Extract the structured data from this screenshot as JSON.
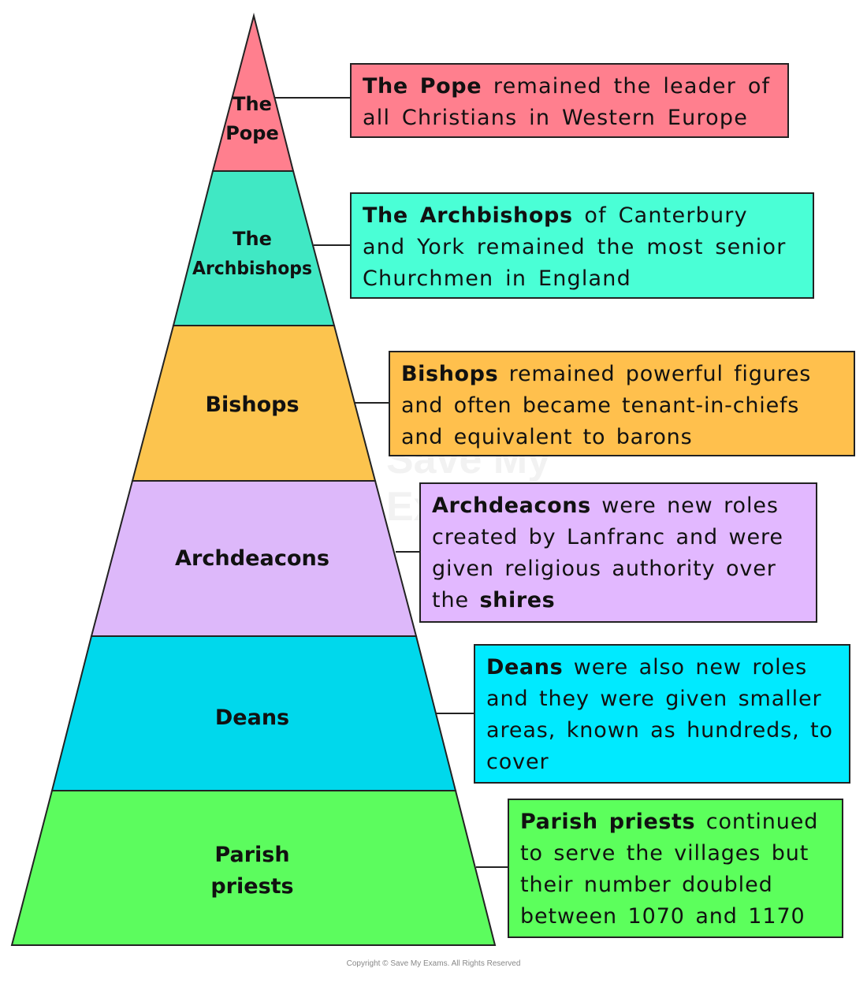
{
  "tiers": [
    {
      "key": "pope",
      "label_lines": [
        "The",
        "Pope"
      ],
      "color": "#FF7F8E",
      "desc_bold": "The Pope",
      "desc_text": " remained the leader of all Christians in Western Europe",
      "box_color": "#FF7F8E"
    },
    {
      "key": "archbishops",
      "label_lines": [
        "The",
        "Archbishops"
      ],
      "color": "#40E8C4",
      "desc_bold": "The Archbishops",
      "desc_text": " of Canterbury and York remained the most senior Churchmen in England",
      "box_color": "#4AFFD6"
    },
    {
      "key": "bishops",
      "label_lines": [
        "Bishops"
      ],
      "color": "#FCC44E",
      "desc_bold": "Bishops",
      "desc_text": " remained powerful figures and often became tenant-in-chiefs and equivalent to barons",
      "box_color": "#FFC04D"
    },
    {
      "key": "archdeacons",
      "label_lines": [
        "Archdeacons"
      ],
      "color": "#DDB8FA",
      "desc_bold": "Archdeacons",
      "desc_text": " were new roles created by Lanfranc and were given religious authority over the ",
      "desc_bold_end": "shires",
      "box_color": "#E2B8FF"
    },
    {
      "key": "deans",
      "label_lines": [
        "Deans"
      ],
      "color": "#00D8EC",
      "desc_bold": "Deans",
      "desc_text": " were also new roles and they were given smaller areas, known as hundreds, to cover",
      "box_color": "#00EAFF"
    },
    {
      "key": "parish-priests",
      "label_lines": [
        "Parish",
        "priests"
      ],
      "color": "#5CFC5E",
      "desc_bold": "Parish priests",
      "desc_text": " continued to serve the villages but their number doubled between 1070 and 1170",
      "box_color": "#5CFF5C"
    }
  ],
  "watermark": {
    "line1": "Save My",
    "line2": "Exams"
  },
  "copyright": "Copyright © Save My Exams. All Rights Reserved"
}
